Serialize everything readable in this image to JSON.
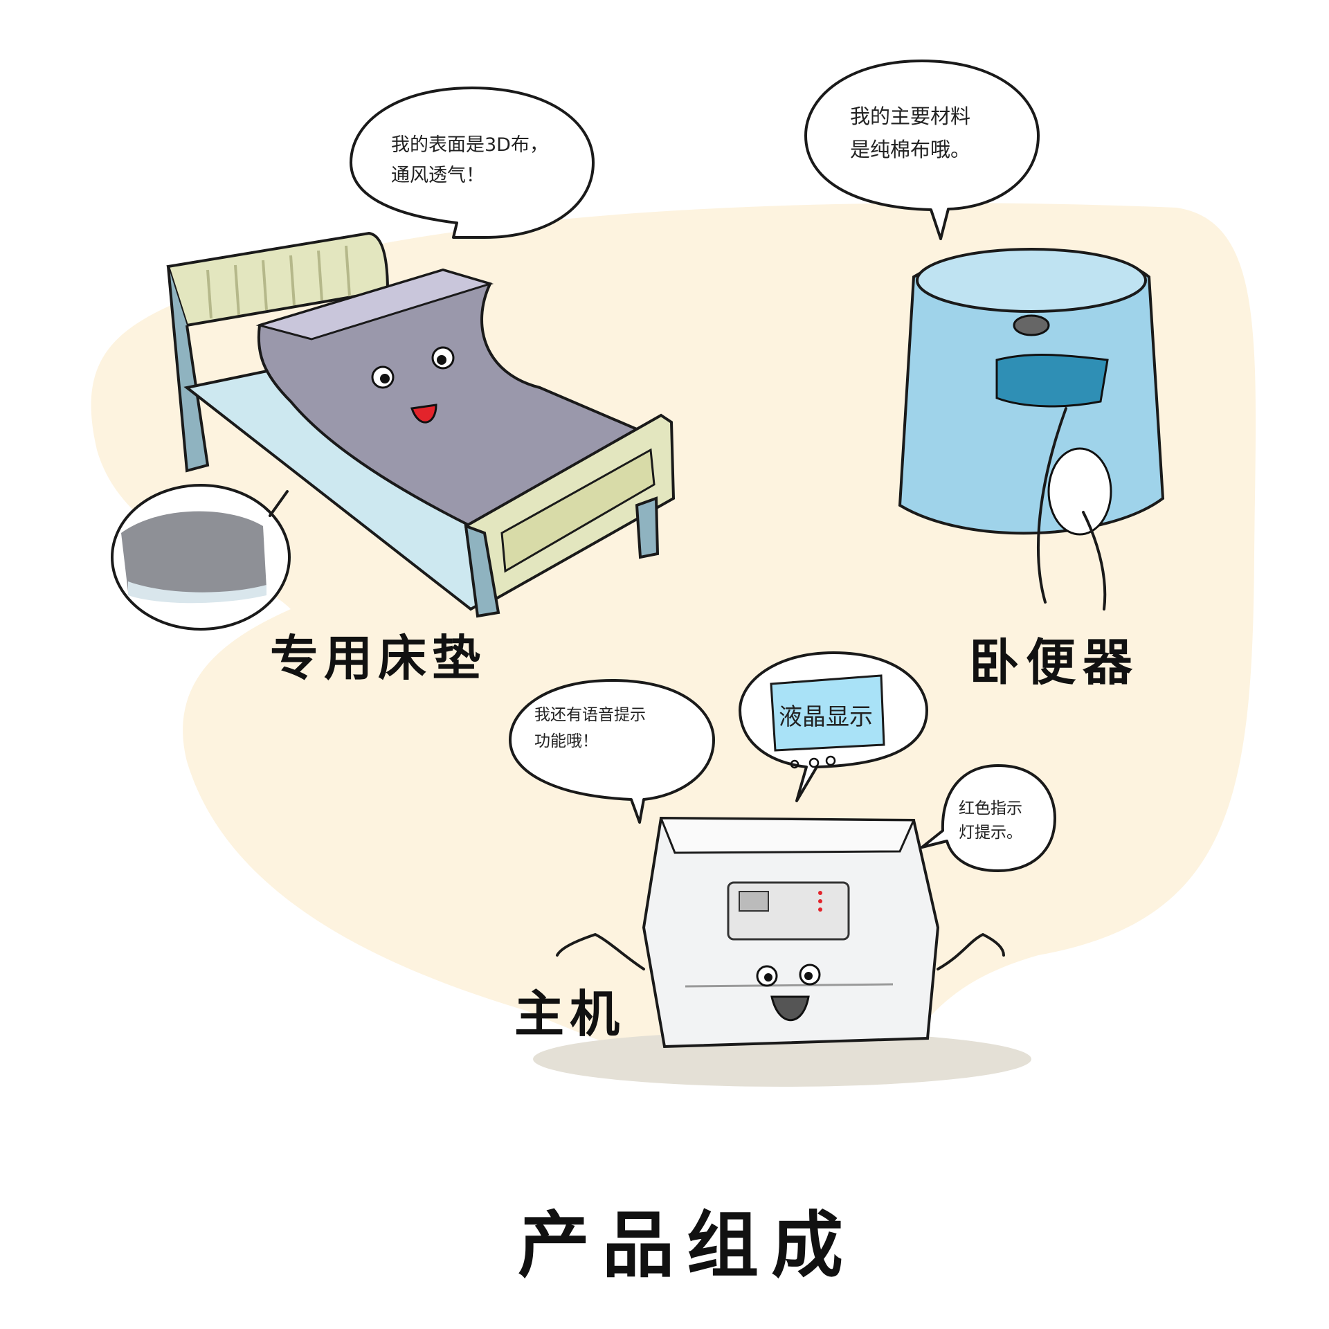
{
  "bubbles": {
    "mattress_line1": "我的表面是3D布，",
    "mattress_line2": "通风透气！",
    "urinal_line1": "我的主要材料",
    "urinal_line2": "是纯棉布哦。",
    "voice_line1": "我还有语音提示",
    "voice_line2": "功能哦！",
    "lcd": "液晶显示",
    "indicator_line1": "红色指示",
    "indicator_line2": "灯提示。"
  },
  "labels": {
    "mattress": "专用床垫",
    "urinal": "卧便器",
    "host": "主机",
    "title": "产品组成"
  },
  "colors": {
    "background_blob": "#fdf3df",
    "lcd_screen": "#a9e2f7",
    "urinal_blue": "#9fd3ea",
    "mattress_gray": "#9a98ab",
    "bed_frame": "#cfe0e6",
    "headboard": "#e3e6bf"
  }
}
